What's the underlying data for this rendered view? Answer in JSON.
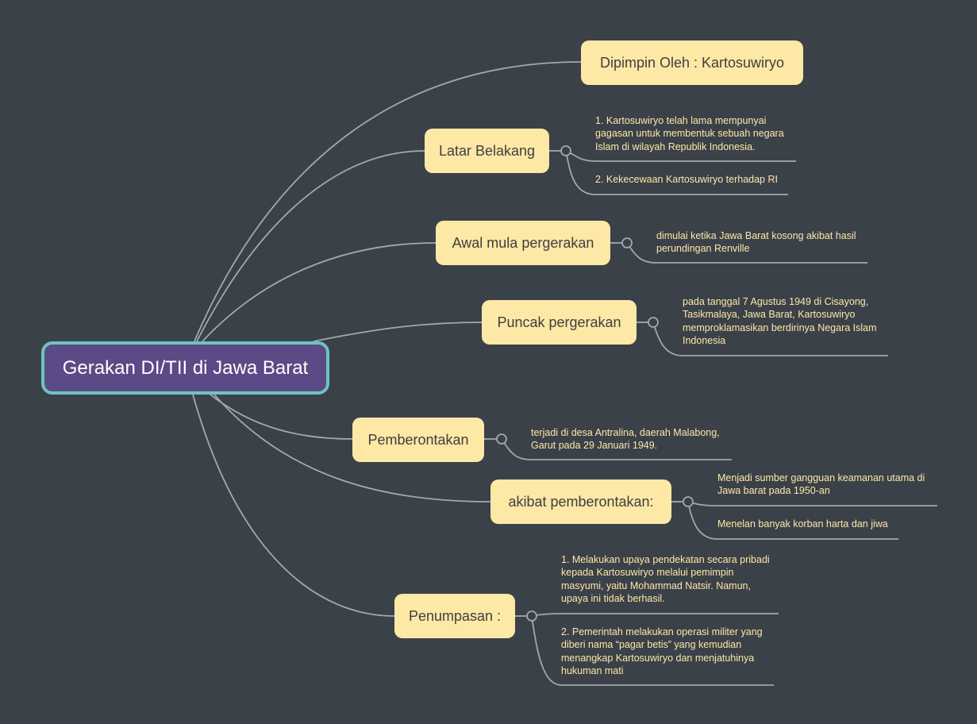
{
  "root": {
    "label": "Gerakan DI/TII di Jawa Barat"
  },
  "branches": [
    {
      "label": "Dipimpin Oleh : Kartosuwiryo",
      "details": []
    },
    {
      "label": "Latar Belakang",
      "details": [
        "1. Kartosuwiryo telah lama mempunyai\ngagasan untuk membentuk sebuah negara\nIslam di wilayah Republik Indonesia.",
        "2. Kekecewaan Kartosuwiryo terhadap RI"
      ]
    },
    {
      "label": "Awal mula pergerakan",
      "details": [
        "dimulai ketika Jawa Barat kosong akibat hasil\nperundingan Renville"
      ]
    },
    {
      "label": "Puncak pergerakan",
      "details": [
        "pada tanggal 7 Agustus 1949 di Cisayong,\nTasikmalaya, Jawa Barat, Kartosuwiryo\nmemproklamasikan berdirinya Negara Islam\nIndonesia"
      ]
    },
    {
      "label": "Pemberontakan",
      "details": [
        "terjadi di desa Antralina, daerah Malabong,\nGarut pada 29 Januari 1949."
      ]
    },
    {
      "label": "akibat pemberontakan:",
      "details": [
        "Menjadi sumber gangguan keamanan utama di\nJawa barat pada 1950-an",
        "Menelan banyak korban harta dan jiwa"
      ]
    },
    {
      "label": "Penumpasan :",
      "details": [
        "1. Melakukan upaya pendekatan secara pribadi\nkepada Kartosuwiryo melalui pemimpin\nmasyumi, yaitu Mohammad Natsir. Namun,\nupaya ini tidak berhasil.",
        "2. Pemerintah melakukan operasi militer yang\ndiberi nama “pagar betis” yang kemudian\nmenangkap Kartosuwiryo dan menjatuhinya\nhukuman mati"
      ]
    }
  ],
  "colors": {
    "background": "#3b4149",
    "root_fill": "#5b4a86",
    "root_border": "#6cc4c0",
    "topic_fill": "#fde8a6",
    "leaf_text": "#fde8a6",
    "connector": "#a4a8ad"
  }
}
